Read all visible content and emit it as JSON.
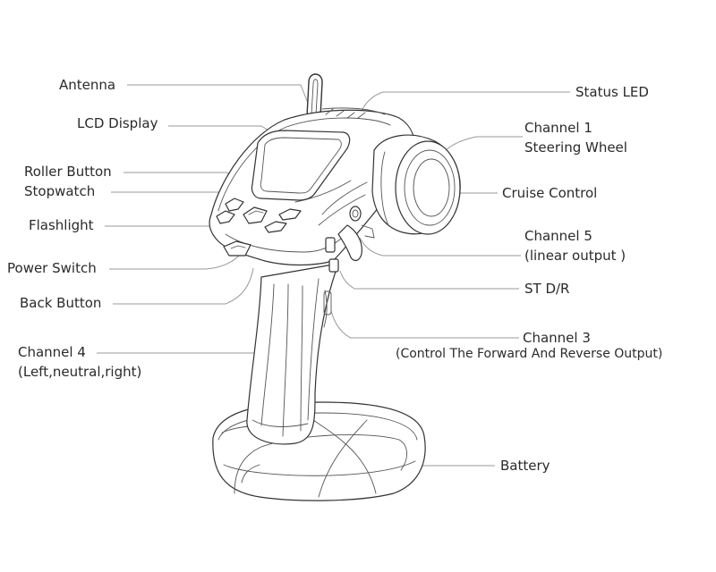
{
  "labels": {
    "antenna": "Antenna",
    "lcd_display": "LCD Display",
    "roller_button": "Roller Button",
    "stopwatch": "Stopwatch",
    "flashlight": "Flashlight",
    "power_switch": "Power Switch",
    "back_button": "Back Button",
    "channel4_title": "Channel 4",
    "channel4_sub": "(Left,neutral,right)",
    "status_led": "Status LED",
    "channel1_title": "Channel 1",
    "channel1_sub": "Steering Wheel",
    "cruise_control": "Cruise Control",
    "channel5_title": "Channel 5",
    "channel5_sub": "(linear output )",
    "st_dr": "ST D/R",
    "channel3_title": "Channel 3",
    "channel3_sub": "(Control The Forward And Reverse Output)",
    "battery": "Battery"
  }
}
